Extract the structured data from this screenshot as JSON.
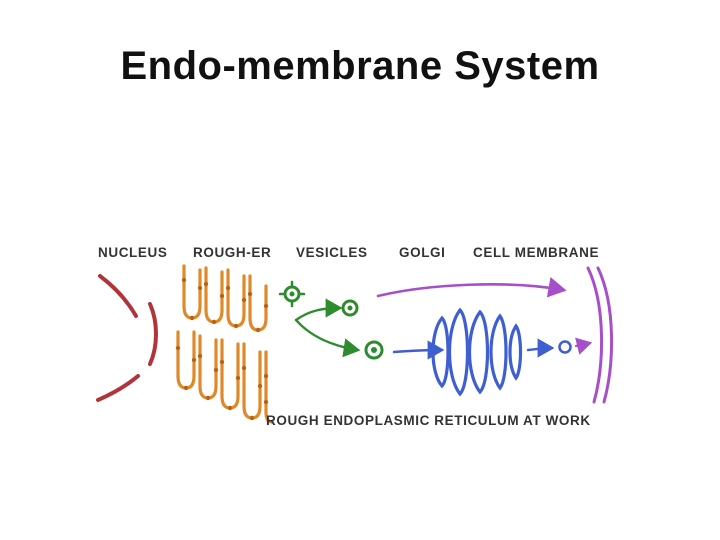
{
  "slide": {
    "title": "Endo-membrane System"
  },
  "diagram": {
    "labels": {
      "nucleus": "NUCLEUS",
      "rough_er": "ROUGH-ER",
      "vesicles": "VESICLES",
      "golgi": "GOLGI",
      "cell_membrane": "CELL MEMBRANE"
    },
    "caption": "ROUGH ENDOPLASMIC RETICULUM AT WORK",
    "colors": {
      "nucleus": "#b0353a",
      "rough_er": "#e0892a",
      "ribosome": "#b96314",
      "vesicles": "#2e8b2e",
      "golgi": "#3f5fd0",
      "cell_membrane": "#a64fc8"
    }
  }
}
